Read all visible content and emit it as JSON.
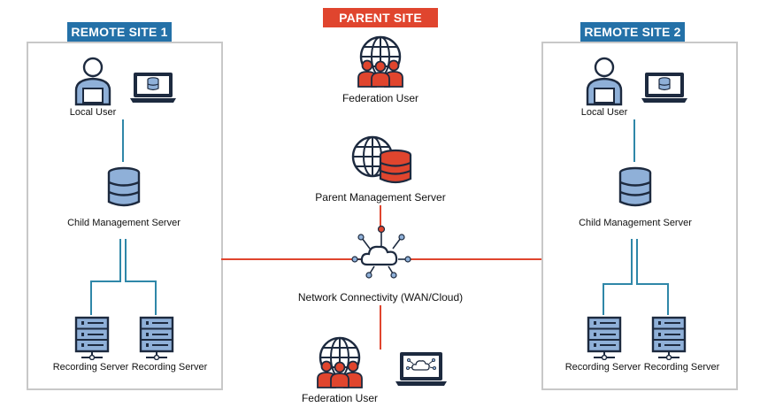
{
  "colors": {
    "accent": "#e0452e",
    "teal": "#2f87a8",
    "blue_tag": "#2471a8",
    "navy": "#1d2a3f",
    "server_blue": "#8fb0d8"
  },
  "parent": {
    "tag": "PARENT SITE",
    "federation_user": "Federation User",
    "mgmt_server": "Parent Management Server",
    "network": "Network Connectivity (WAN/Cloud)",
    "federation_user_bottom": "Federation User"
  },
  "site1": {
    "tag": "REMOTE SITE 1",
    "local_user": "Local User",
    "child_server": "Child Management Server",
    "rec1": "Recording Server",
    "rec2": "Recording Server"
  },
  "site2": {
    "tag": "REMOTE SITE 2",
    "local_user": "Local User",
    "child_server": "Child Management Server",
    "rec1": "Recording Server",
    "rec2": "Recording Server"
  },
  "icons": [
    "user-icon",
    "laptop-database-icon",
    "database-icon",
    "recording-server-icon",
    "globe-users-icon",
    "globe-database-icon",
    "cloud-network-icon",
    "laptop-cloud-icon"
  ]
}
